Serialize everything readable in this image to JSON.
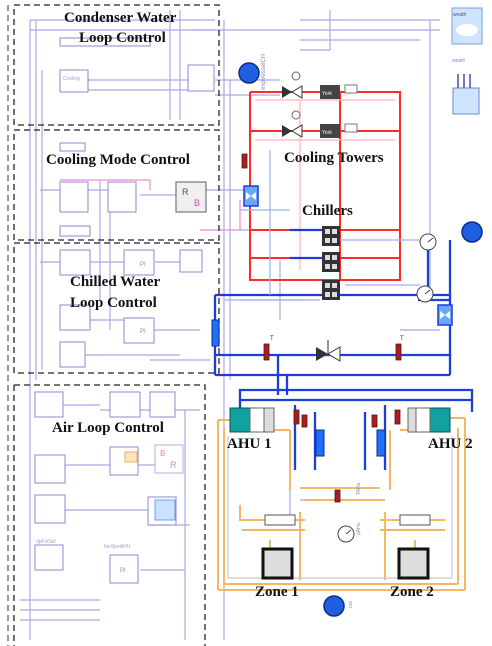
{
  "regions": {
    "condenser": {
      "line1": "Condenser Water",
      "line2": "Loop Control"
    },
    "cooling_mode": {
      "label": "Cooling Mode Control"
    },
    "chilled": {
      "line1": "Chilled Water",
      "line2": "Loop Control"
    },
    "air_loop": {
      "label": "Air Loop Control"
    }
  },
  "plant": {
    "cooling_towers": "Cooling Towers",
    "chillers": "Chillers",
    "ahu1": "AHU 1",
    "ahu2": "AHU 2",
    "zone1": "Zone 1",
    "zone2": "Zone 2"
  },
  "block_text": {
    "york": "York",
    "weather": "weath",
    "r": "R",
    "b": "B",
    "pi": "PI",
    "t": "T",
    "dp_fix_set": "dpFixSet",
    "fan_spe_ahu": "fanSpeAHU",
    "cooling": "Cooling",
    "exp_vessel": "expVesselCH",
    "t_ahu": "TAHu",
    "p_ahu": "pAHu",
    "out": "out"
  },
  "colors": {
    "condenser_loop": "#ff2020",
    "chilled_loop": "#1f3fd6",
    "air_loop": "#f5b96a",
    "control_signal": "#9b9be0",
    "boolean_signal": "#e070c8",
    "region_border": "#222222"
  }
}
